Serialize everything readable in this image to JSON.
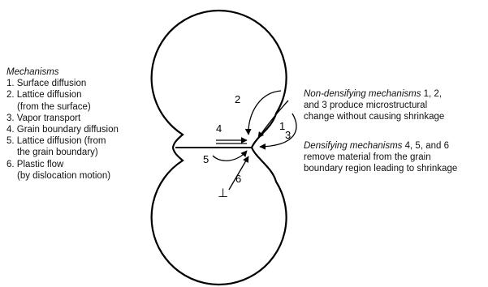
{
  "mechanisms": {
    "heading": "Mechanisms",
    "items": [
      {
        "lines": [
          "1. Surface diffusion"
        ]
      },
      {
        "lines": [
          "2. Lattice diffusion",
          "(from the surface)"
        ]
      },
      {
        "lines": [
          "3. Vapor transport"
        ]
      },
      {
        "lines": [
          "4. Grain boundary diffusion"
        ]
      },
      {
        "lines": [
          "5. Lattice diffusion (from",
          "the grain boundary)"
        ]
      },
      {
        "lines": [
          "6. Plastic flow",
          "(by dislocation motion)"
        ]
      }
    ]
  },
  "non_densifying": {
    "emphasis": "Non-densifying mechanisms",
    "line1_rest": " 1, 2,",
    "line2": "and 3 produce microstructural",
    "line3": "change without causing shrinkage"
  },
  "densifying": {
    "emphasis": "Densifying mechanisms",
    "line1_rest": " 4, 5, and 6",
    "line2": "remove material from the grain",
    "line3": "boundary region leading to shrinkage"
  },
  "arrow_numbers": [
    "1",
    "2",
    "3",
    "4",
    "5",
    "6"
  ],
  "dislocation_symbol": "⊥",
  "colors": {
    "stroke": "#000000",
    "text": "#111111"
  }
}
